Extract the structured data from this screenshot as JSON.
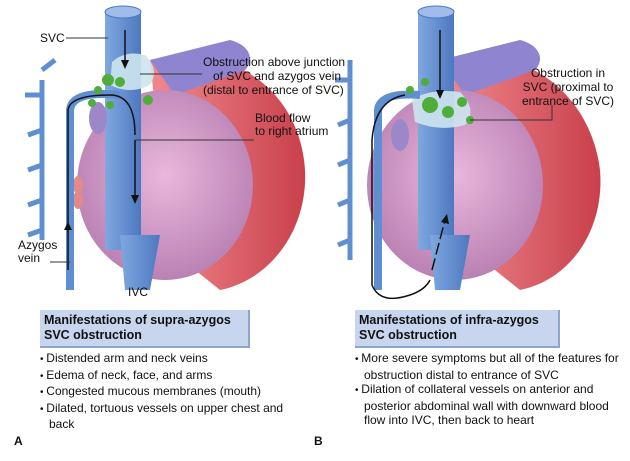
{
  "panel_a": {
    "letter": "A",
    "labels": {
      "svc": "SVC",
      "obstruction": [
        "Obstruction above junction",
        "of SVC and azygos vein",
        "(distal to entrance of SVC)"
      ],
      "blood_flow": [
        "Blood flow",
        "to right atrium"
      ],
      "azygos": [
        "Azygos",
        "vein"
      ],
      "ivc": "IVC"
    },
    "box_title": [
      "Manifestations of supra-azygos",
      "SVC obstruction"
    ],
    "bullets": [
      "Distended arm and neck veins",
      "Edema of neck, face, and arms",
      "Congested mucous membranes (mouth)",
      "Dilated, tortuous vessels on upper chest and back"
    ]
  },
  "panel_b": {
    "letter": "B",
    "labels": {
      "obstruction": [
        "Obstruction in",
        "SVC (proximal to",
        "entrance of SVC)"
      ]
    },
    "box_title": [
      "Manifestations of infra-azygos",
      "SVC obstruction"
    ],
    "bullets": [
      "More severe symptoms but all of the features for obstruction distal to entrance of SVC",
      "Dilation of collateral vessels on anterior and posterior abdominal wall with downward blood flow into IVC, then back to heart"
    ]
  },
  "colors": {
    "box": "#c7d5ee",
    "vein": "#5f8fd0",
    "heart": "#d9a0c8",
    "artery": "#e0606a",
    "node": "#4fae3a"
  }
}
